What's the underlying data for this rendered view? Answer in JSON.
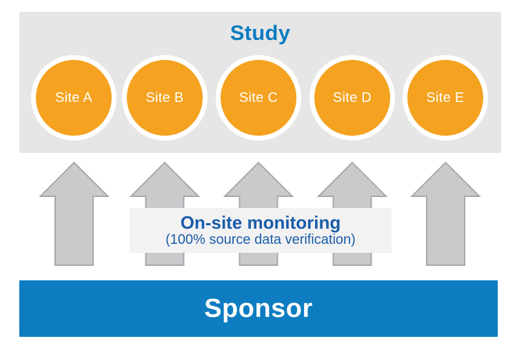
{
  "diagram": {
    "study": {
      "title": "Study"
    },
    "sites": [
      "Site A",
      "Site B",
      "Site C",
      "Site D",
      "Site E"
    ],
    "arrows": {
      "count": 5,
      "direction": "up"
    },
    "monitoring": {
      "title": "On-site monitoring",
      "subtitle": "(100% source data verification)"
    },
    "sponsor": {
      "label": "Sponsor"
    },
    "colors": {
      "study_box_bg": "#e6e6e7",
      "study_title_blue": "#0e7cc1",
      "site_circle_orange": "#f4a21f",
      "site_ring_white": "#ffffff",
      "arrow_fill": "#c9cacc",
      "arrow_stroke": "#a6a8ab",
      "monitoring_box_bg": "#f2f2f3",
      "monitoring_text_blue": "#1a5ca8",
      "sponsor_bar_blue": "#0d7cc1",
      "sponsor_text_white": "#ffffff"
    }
  }
}
